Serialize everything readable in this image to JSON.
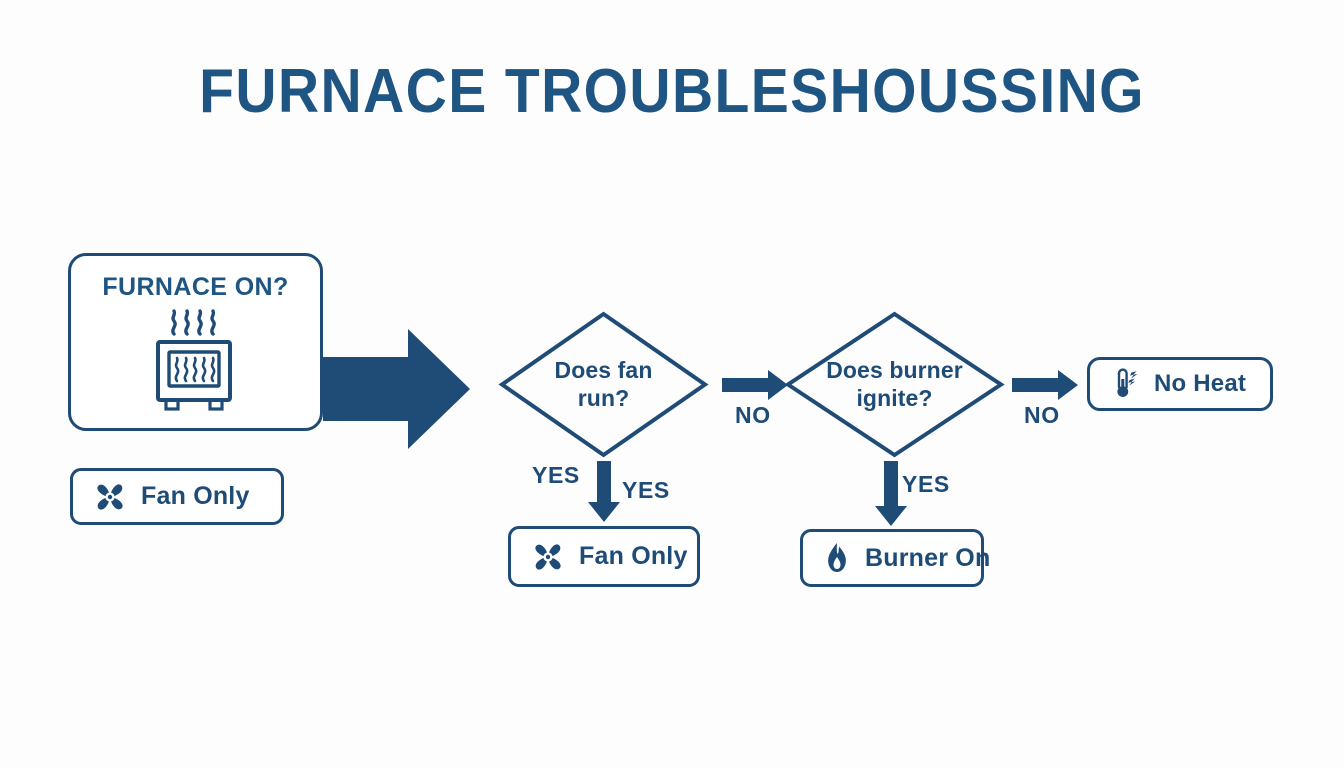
{
  "page": {
    "title": "FURNACE TROUBLESHOUSSING",
    "background_color": "#fdfdfe",
    "accent_color": "#1f4b77",
    "title_color": "#1f5582"
  },
  "flow": {
    "start": {
      "label": "FURNACE ON?",
      "icon": "furnace-icon"
    },
    "standalone_result": {
      "label": "Fan Only",
      "icon": "fan-icon"
    },
    "decisions": [
      {
        "id": "fan-run",
        "label": "Does fan run?",
        "line1": "Does fan",
        "line2": "run?",
        "yes_label": "YES",
        "yes_label_secondary": "YES",
        "no_label": "NO",
        "yes_result": {
          "label": "Fan Only",
          "icon": "fan-icon"
        }
      },
      {
        "id": "burner-ignite",
        "label": "Does burner ignite?",
        "line1": "Does burner",
        "line2": "ignite?",
        "yes_label": "YES",
        "no_label": "NO",
        "yes_result": {
          "label": "Burner On",
          "icon": "flame-icon"
        }
      }
    ],
    "final_result": {
      "label": "No Heat",
      "icon": "thermometer-spark-icon"
    }
  },
  "chart_data": {
    "type": "diagram",
    "title": "FURNACE TROUBLESHOUSSING",
    "nodes": [
      {
        "id": "start",
        "shape": "rounded-rect",
        "text": "FURNACE ON?",
        "icon": "furnace-icon"
      },
      {
        "id": "fan-only-a",
        "shape": "pill",
        "text": "Fan Only",
        "icon": "fan-icon"
      },
      {
        "id": "fan-run",
        "shape": "diamond",
        "text": "Does fan run?"
      },
      {
        "id": "fan-only-b",
        "shape": "pill",
        "text": "Fan Only",
        "icon": "fan-icon"
      },
      {
        "id": "burner",
        "shape": "diamond",
        "text": "Does burner ignite?"
      },
      {
        "id": "burner-on",
        "shape": "pill",
        "text": "Burner On",
        "icon": "flame-icon"
      },
      {
        "id": "no-heat",
        "shape": "pill",
        "text": "No Heat",
        "icon": "thermometer-spark-icon"
      }
    ],
    "edges": [
      {
        "from": "start",
        "to": "fan-run",
        "label": "",
        "direction": "right"
      },
      {
        "from": "fan-run",
        "to": "fan-only-b",
        "label": "YES",
        "direction": "down"
      },
      {
        "from": "fan-run",
        "to": "burner",
        "label": "NO",
        "direction": "right"
      },
      {
        "from": "burner",
        "to": "burner-on",
        "label": "YES",
        "direction": "down"
      },
      {
        "from": "burner",
        "to": "no-heat",
        "label": "NO",
        "direction": "right"
      }
    ]
  }
}
